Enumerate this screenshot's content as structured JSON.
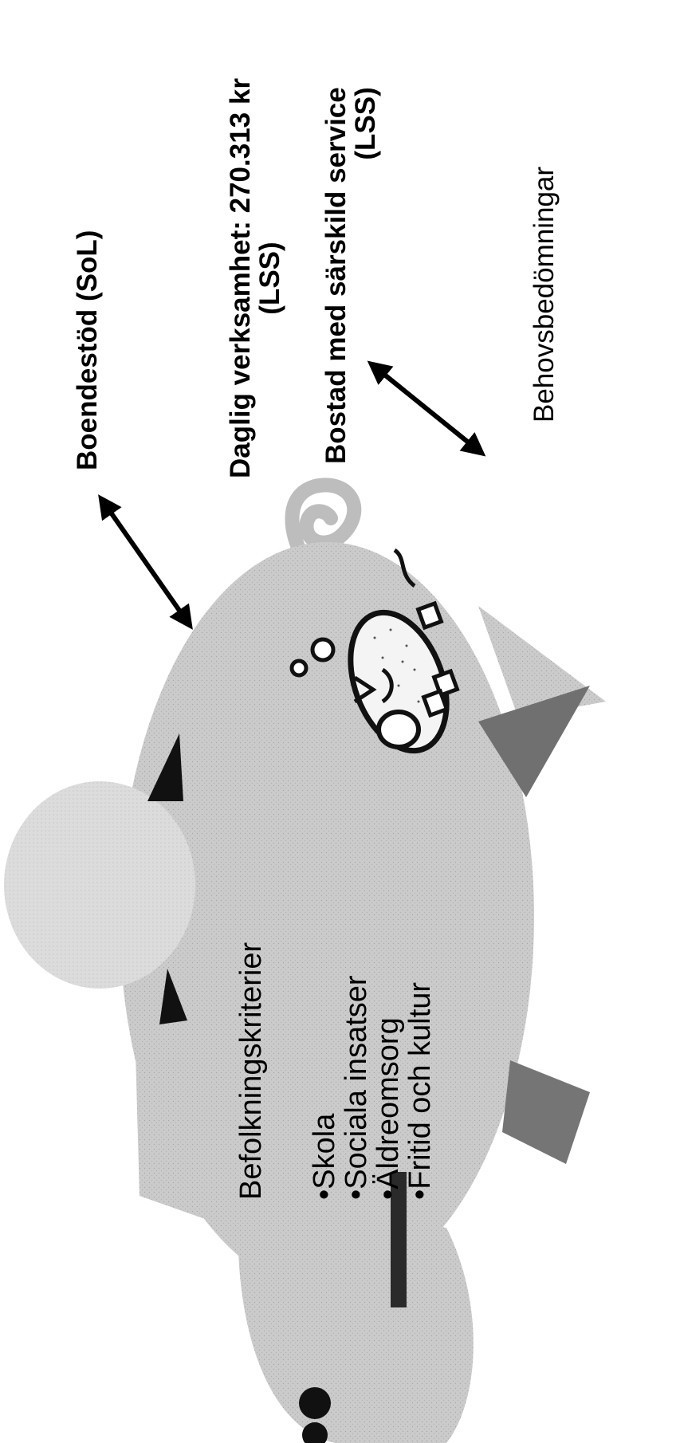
{
  "labels": {
    "boendestod": "Boendestöd (SoL)",
    "daglig_line1": "Daglig verksamhet: 270.313 kr",
    "daglig_line2": "(LSS)",
    "bostad_line1": "Bostad med särskild service",
    "bostad_line2": "(LSS)",
    "behovs": "Behovsbedömningar"
  },
  "pig_text": {
    "title": "Befolkningskriterier",
    "items": [
      {
        "label": "•Skola"
      },
      {
        "label": "•Sociala insatser"
      },
      {
        "label": "•Äldreomsorg"
      },
      {
        "label": "•Fritid och kultur"
      }
    ]
  },
  "colors": {
    "pig_body": "#c9c9c9",
    "pig_snout": "#d8d8d8",
    "pig_dark": "#6e6e6e",
    "ink": "#000000"
  },
  "icons": {
    "arrow_1": "double-arrow-icon",
    "arrow_2": "double-arrow-icon",
    "coin": "piggy-coin-icon",
    "bubbles": "bubble-icon"
  }
}
